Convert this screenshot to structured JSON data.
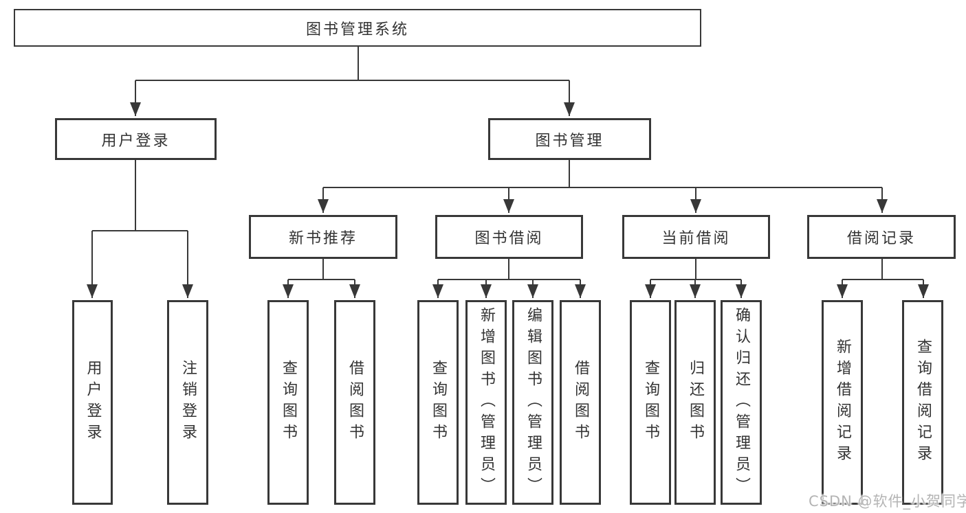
{
  "diagram": {
    "root": {
      "label": "图书管理系统"
    },
    "children": [
      {
        "label": "用户登录",
        "children": [
          {
            "label": "用户登录"
          },
          {
            "label": "注销登录"
          }
        ]
      },
      {
        "label": "图书管理",
        "children": [
          {
            "label": "新书推荐",
            "children": [
              {
                "label": "查询图书"
              },
              {
                "label": "借阅图书"
              }
            ]
          },
          {
            "label": "图书借阅",
            "children": [
              {
                "label": "查询图书"
              },
              {
                "label": "新增图书（管理员）"
              },
              {
                "label": "编辑图书（管理员）"
              },
              {
                "label": "借阅图书"
              }
            ]
          },
          {
            "label": "当前借阅",
            "children": [
              {
                "label": "查询图书"
              },
              {
                "label": "归还图书"
              },
              {
                "label": "确认归还（管理员）"
              }
            ]
          },
          {
            "label": "借阅记录",
            "children": [
              {
                "label": "新增借阅记录"
              },
              {
                "label": "查询借阅记录"
              }
            ]
          }
        ]
      }
    ]
  },
  "watermark": {
    "text": "CSDN @软件_小贺同学"
  },
  "colors": {
    "line": "#383838",
    "text": "#333333",
    "background": "#ffffff",
    "watermark": "#b4b4b4"
  }
}
